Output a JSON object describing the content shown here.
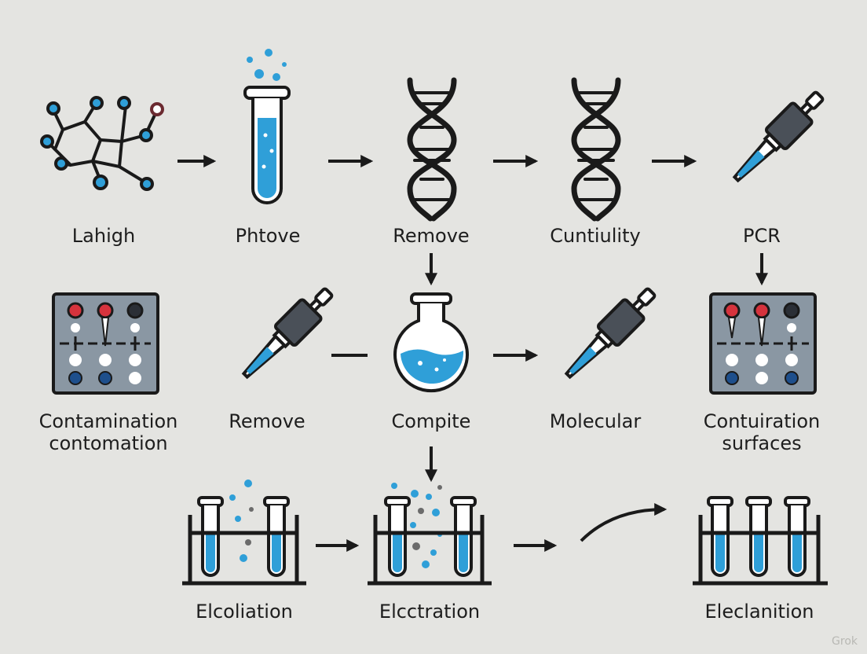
{
  "colors": {
    "background": "#e4e4e1",
    "ink": "#1a1a1a",
    "liquid": "#2f9fd8",
    "red": "#d6333d",
    "panel": "#8a97a3",
    "navy": "#1e4f8c",
    "slate": "#4a5058"
  },
  "row1": {
    "labels": [
      "Lahigh",
      "Phtove",
      "Remove",
      "Cuntiulity",
      "PCR"
    ],
    "icons": [
      "molecule-icon",
      "test-tube-icon",
      "dna-helix-icon",
      "dna-helix-icon",
      "pipette-icon"
    ]
  },
  "row2": {
    "labels": [
      "Contamination\ncontomation",
      "Remove",
      "Compite",
      "Molecular",
      "Contuiration\nsurfaces"
    ],
    "icons": [
      "sample-panel-icon",
      "pipette-icon",
      "flask-icon",
      "pipette-icon",
      "sample-panel-icon"
    ]
  },
  "row3": {
    "labels": [
      "Elcoliation",
      "Elcctration",
      "Eleclanition"
    ],
    "icons": [
      "tube-rack-icon",
      "tube-rack-icon",
      "tube-rack-icon"
    ]
  },
  "watermark": "Grok"
}
